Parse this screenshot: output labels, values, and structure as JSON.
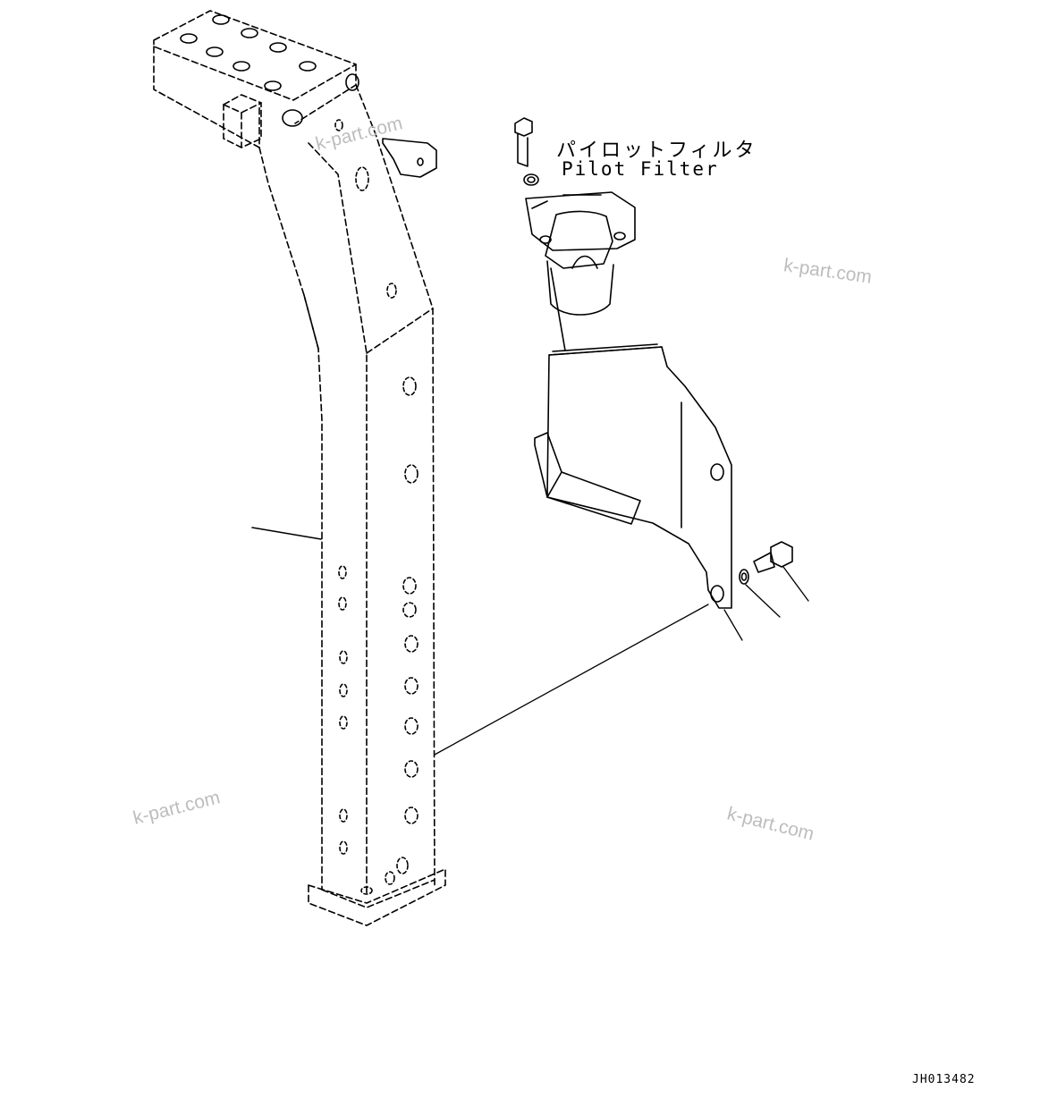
{
  "callout": {
    "jp": "パイロットフィルタ",
    "en": "Pilot Filter"
  },
  "drawing_number": "JH013482",
  "watermarks": [
    "k-part.com",
    "k-part.com",
    "k-part.com",
    "k-part.com"
  ],
  "colors": {
    "line": "#000000",
    "watermark": "#bdbdbd",
    "background": "#ffffff"
  }
}
